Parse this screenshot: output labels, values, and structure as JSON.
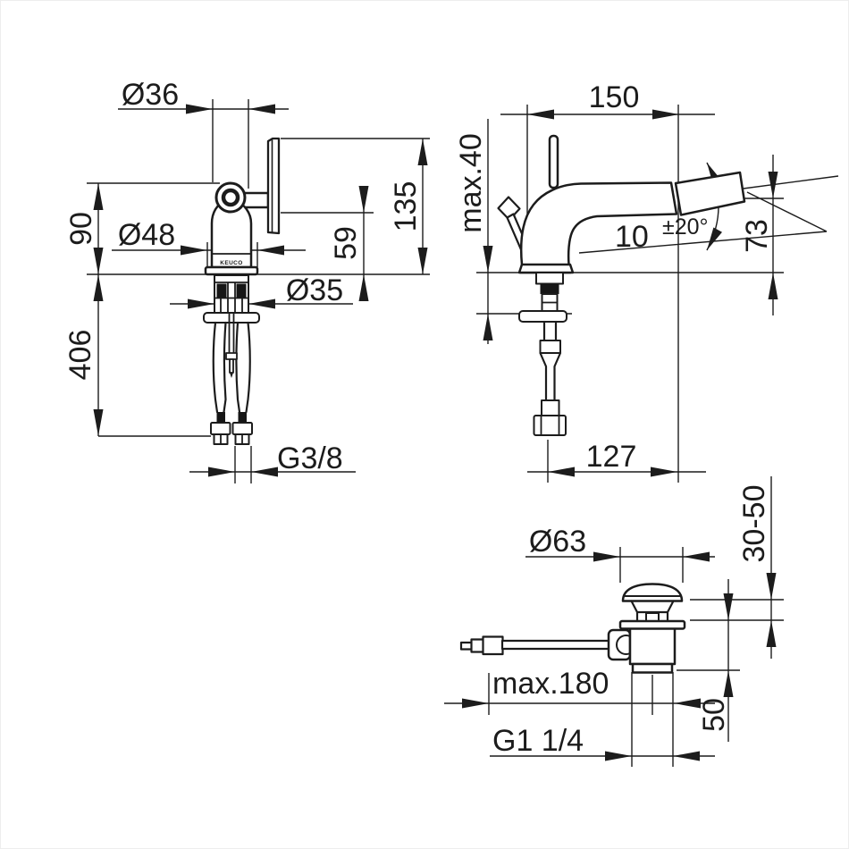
{
  "front_view": {
    "dia36": "Ø36",
    "h90": "90",
    "dia48": "Ø48",
    "h135": "135",
    "h59": "59",
    "dia35": "Ø35",
    "h406": "406",
    "thread": "G3/8",
    "logo": "KEUCO"
  },
  "side_view": {
    "w150": "150",
    "max40": "max.40",
    "angle": "10",
    "angle_tol": "±20°",
    "h73": "73",
    "w127": "127"
  },
  "drain_view": {
    "dia63": "Ø63",
    "range": "30-50",
    "max180": "max.180",
    "h50": "50",
    "thread": "G1 1/4"
  }
}
